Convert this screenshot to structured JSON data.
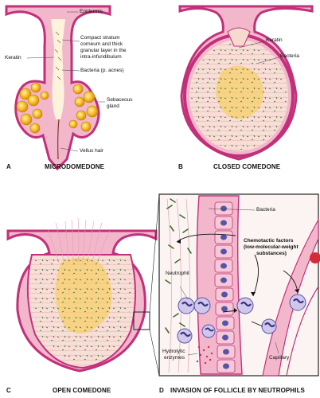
{
  "panels": {
    "a": {
      "letter": "A",
      "caption": "MICRODOMEDONE",
      "labels": {
        "epidermis": "Epidermis",
        "compact_1": "Compact stratum",
        "compact_2": "corneum and thick",
        "compact_3": "granular layer in the",
        "compact_4": "intra-infundibulum",
        "keratin": "Keratin",
        "bacteria": "Bacteria (p. acnes)",
        "sebaceous_1": "Sebaceous",
        "sebaceous_2": "gland",
        "vellus": "Vellus hair"
      }
    },
    "b": {
      "letter": "B",
      "caption": "CLOSED COMEDONE",
      "labels": {
        "keratin": "Keratin",
        "bacteria": "Bacteria"
      }
    },
    "c": {
      "letter": "C",
      "caption": "OPEN COMEDONE"
    },
    "d": {
      "letter": "D",
      "caption": "INVASION OF FOLLICLE BY NEUTROPHILS",
      "labels": {
        "bacteria": "Bacteria",
        "chemo_1": "Chemotactic factors",
        "chemo_2": "(low-molecular-weight",
        "chemo_3": "substances)",
        "neutrophil": "Neutrophil",
        "hydrolytic_1": "Hydrolytic",
        "hydrolytic_2": "enzymes",
        "capillary": "Capillary"
      }
    }
  },
  "colors": {
    "epidermis": "#c2307a",
    "skin": "#f3b7cc",
    "keratin": "#f6d9cf",
    "sebum": "#f2b21a",
    "bacteria": "#3f6b2e",
    "neutrophil": "#5a52a8"
  }
}
